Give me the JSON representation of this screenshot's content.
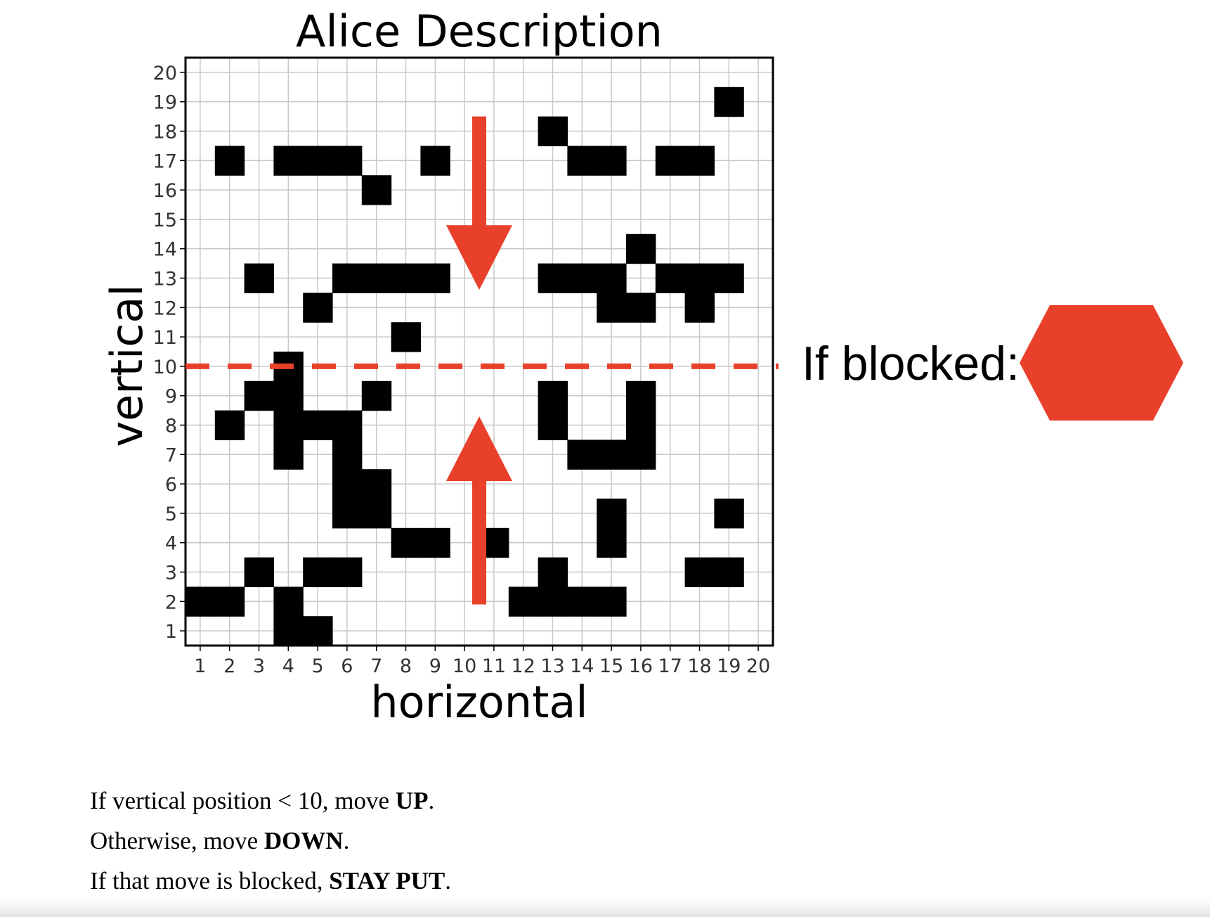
{
  "title": "Alice Description",
  "x_axis_label": "horizontal",
  "y_axis_label": "vertical",
  "grid_size": 20,
  "x_ticks": [
    "1",
    "2",
    "3",
    "4",
    "5",
    "6",
    "7",
    "8",
    "9",
    "10",
    "11",
    "12",
    "13",
    "14",
    "15",
    "16",
    "17",
    "18",
    "19",
    "20"
  ],
  "y_ticks": [
    "1",
    "2",
    "3",
    "4",
    "5",
    "6",
    "7",
    "8",
    "9",
    "10",
    "11",
    "12",
    "13",
    "14",
    "15",
    "16",
    "17",
    "18",
    "19",
    "20"
  ],
  "threshold_line_y": 10,
  "arrow_x": 10.5,
  "blocked_cells": [
    [
      19,
      19
    ],
    [
      13,
      18
    ],
    [
      2,
      17
    ],
    [
      4,
      17
    ],
    [
      5,
      17
    ],
    [
      6,
      17
    ],
    [
      9,
      17
    ],
    [
      14,
      17
    ],
    [
      15,
      17
    ],
    [
      17,
      17
    ],
    [
      18,
      17
    ],
    [
      7,
      16
    ],
    [
      16,
      14
    ],
    [
      3,
      13
    ],
    [
      6,
      13
    ],
    [
      7,
      13
    ],
    [
      8,
      13
    ],
    [
      9,
      13
    ],
    [
      13,
      13
    ],
    [
      14,
      13
    ],
    [
      15,
      13
    ],
    [
      17,
      13
    ],
    [
      18,
      13
    ],
    [
      19,
      13
    ],
    [
      5,
      12
    ],
    [
      15,
      12
    ],
    [
      16,
      12
    ],
    [
      18,
      12
    ],
    [
      8,
      11
    ],
    [
      4,
      10
    ],
    [
      3,
      9
    ],
    [
      4,
      9
    ],
    [
      7,
      9
    ],
    [
      13,
      9
    ],
    [
      16,
      9
    ],
    [
      2,
      8
    ],
    [
      4,
      8
    ],
    [
      5,
      8
    ],
    [
      6,
      8
    ],
    [
      13,
      8
    ],
    [
      16,
      8
    ],
    [
      4,
      7
    ],
    [
      6,
      7
    ],
    [
      14,
      7
    ],
    [
      15,
      7
    ],
    [
      16,
      7
    ],
    [
      6,
      6
    ],
    [
      7,
      6
    ],
    [
      6,
      5
    ],
    [
      7,
      5
    ],
    [
      15,
      5
    ],
    [
      19,
      5
    ],
    [
      8,
      4
    ],
    [
      9,
      4
    ],
    [
      11,
      4
    ],
    [
      15,
      4
    ],
    [
      3,
      3
    ],
    [
      5,
      3
    ],
    [
      6,
      3
    ],
    [
      13,
      3
    ],
    [
      18,
      3
    ],
    [
      19,
      3
    ],
    [
      1,
      2
    ],
    [
      2,
      2
    ],
    [
      4,
      2
    ],
    [
      12,
      2
    ],
    [
      13,
      2
    ],
    [
      14,
      2
    ],
    [
      15,
      2
    ],
    [
      4,
      1
    ],
    [
      5,
      1
    ]
  ],
  "blocked_label": "If blocked:",
  "stop_sign_shape": "hexagon",
  "colors": {
    "accent": "#e8402a",
    "cell": "#000000",
    "grid": "#c8c8c8"
  },
  "rules": {
    "line1_prefix": "If vertical position < 10, move ",
    "line1_bold": "UP",
    "line1_suffix": ".",
    "line2_prefix": "Otherwise, move ",
    "line2_bold": "DOWN",
    "line2_suffix": ".",
    "line3_prefix": "If that move is blocked, ",
    "line3_bold": "STAY PUT",
    "line3_suffix": "."
  }
}
